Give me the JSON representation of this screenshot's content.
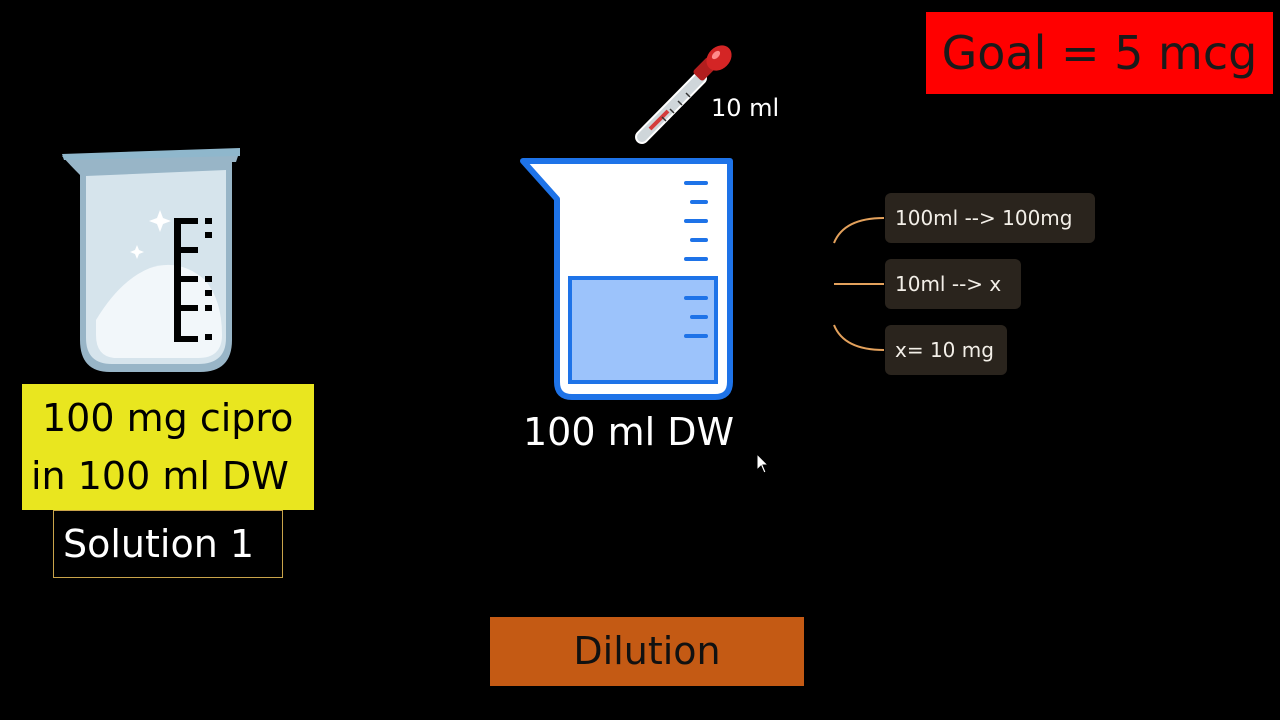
{
  "goal": {
    "text": "Goal = 5 mcg"
  },
  "stock_solution": {
    "line1": "100 mg cipro",
    "line2": "in 100 ml DW",
    "name": "Solution 1"
  },
  "dropper": {
    "volume_label": "10 ml"
  },
  "dilution_beaker": {
    "caption": "100 ml DW"
  },
  "action": {
    "label": "Dilution"
  },
  "calculation": {
    "steps": [
      "100ml --> 100mg",
      "10ml --> x",
      "x= 10 mg"
    ]
  },
  "colors": {
    "goal_bg": "#ff0000",
    "label_bg": "#e9e61f",
    "dilution_bg": "#c45a14",
    "beaker_blue": "#1e73e8",
    "liquid": "#9cc3fb",
    "connector": "#e3a15c"
  },
  "icons": [
    "beaker-icon",
    "dropper-icon",
    "mouse-cursor-icon"
  ]
}
